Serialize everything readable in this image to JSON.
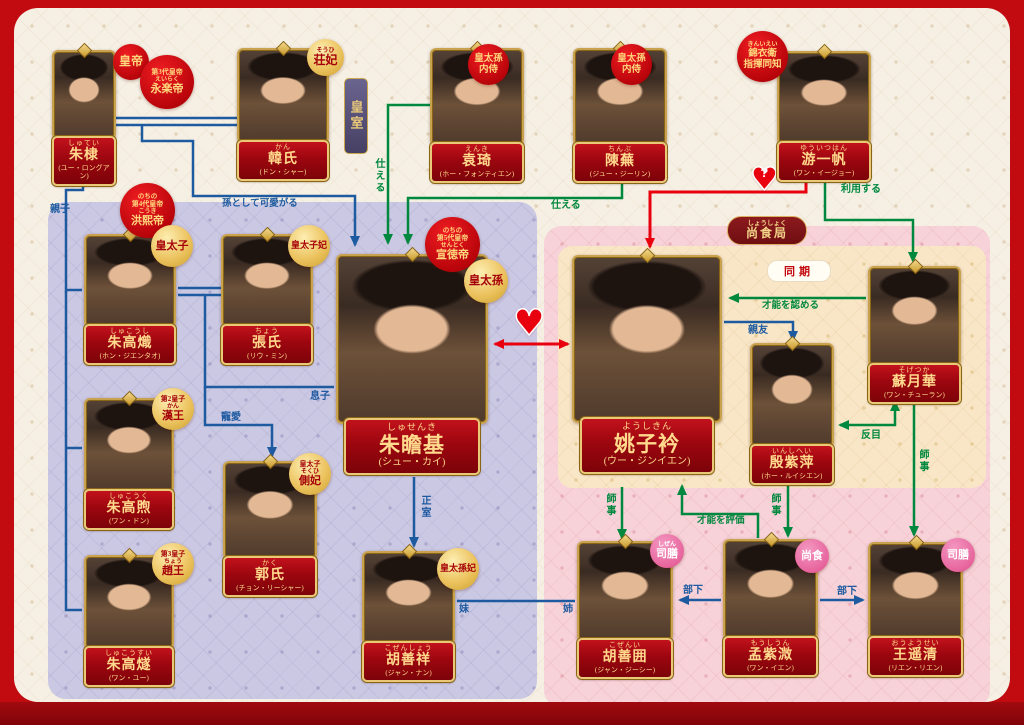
{
  "groups": {
    "imperial_family": "皇室",
    "bureau": {
      "furigana": "しょうしょく",
      "label": "尚食局"
    },
    "peers": "同期"
  },
  "characters": [
    {
      "id": "zhu-di",
      "name": "朱棣",
      "furigana": "しゅてい",
      "romanization": "(ユー・ロングアン)",
      "badge": {
        "type": "red",
        "main": "皇帝"
      },
      "era_note": {
        "line": "第3代皇帝",
        "furigana": "えいらく",
        "title": "永楽帝"
      }
    },
    {
      "id": "han-shi",
      "name": "韓氏",
      "furigana": "かん",
      "romanization": "(ドン・シャー)",
      "badge": {
        "type": "gold",
        "furigana": "そうひ",
        "main": "荘妃"
      }
    },
    {
      "id": "yuan-qi",
      "name": "袁琦",
      "furigana": "えんき",
      "romanization": "(ホー・フォンティエン)",
      "badge": {
        "type": "red",
        "lines": [
          "皇太孫",
          "内侍"
        ]
      }
    },
    {
      "id": "chen-wu",
      "name": "陳蕪",
      "furigana": "ちんぶ",
      "romanization": "(ジュー・ジーリン)",
      "badge": {
        "type": "red",
        "lines": [
          "皇太孫",
          "内侍"
        ]
      }
    },
    {
      "id": "you-yifan",
      "name": "游一帆",
      "furigana": "ゆういつはん",
      "romanization": "(ワン・イージョー)",
      "badge": {
        "type": "red",
        "furigana": "きんいえい",
        "lines": [
          "錦衣衛",
          "指揮同知"
        ]
      }
    },
    {
      "id": "zhu-gaochi",
      "name": "朱高熾",
      "furigana": "しゅこうし",
      "romanization": "(ホン・ジエンタオ)",
      "badge": {
        "type": "gold",
        "main": "皇太子"
      },
      "era_note": {
        "pre": "のちの",
        "line": "第4代皇帝",
        "furigana": "こうき",
        "title": "洪熙帝"
      }
    },
    {
      "id": "zhang-shi",
      "name": "張氏",
      "furigana": "ちょう",
      "romanization": "(リウ・ミン)",
      "badge": {
        "type": "gold",
        "main": "皇太子妃"
      }
    },
    {
      "id": "zhu-gaoxu",
      "name": "朱高煦",
      "furigana": "しゅこうく",
      "romanization": "(ワン・ドン)",
      "badge": {
        "type": "gold",
        "top": "第2皇子",
        "furigana": "かん",
        "main": "漢王"
      }
    },
    {
      "id": "zhu-gaosui",
      "name": "朱高燧",
      "furigana": "しゅこうすい",
      "romanization": "(ワン・ユー)",
      "badge": {
        "type": "gold",
        "top": "第3皇子",
        "furigana": "ちょう",
        "main": "趙王"
      }
    },
    {
      "id": "guo-shi",
      "name": "郭氏",
      "furigana": "かく",
      "romanization": "(チョン・リーシャー)",
      "badge": {
        "type": "gold",
        "top": "皇太子",
        "furigana": "そくひ",
        "main": "側妃"
      }
    },
    {
      "id": "zhu-zhanji",
      "name": "朱瞻基",
      "furigana": "しゅせんき",
      "romanization": "(シュー・カイ)",
      "badge": {
        "type": "gold",
        "main": "皇太孫"
      },
      "era_note": {
        "pre": "のちの",
        "line": "第5代皇帝",
        "furigana": "せんとく",
        "title": "宣徳帝"
      }
    },
    {
      "id": "hu-shanxiang",
      "name": "胡善祥",
      "furigana": "こぜんしょう",
      "romanization": "(ジャン・ナン)",
      "badge": {
        "type": "gold",
        "main": "皇太孫妃"
      }
    },
    {
      "id": "yao-zijin",
      "name": "姚子衿",
      "furigana": "ようしきん",
      "romanization": "(ウー・ジンイエン)"
    },
    {
      "id": "yin-ziping",
      "name": "殷紫萍",
      "furigana": "いんしへい",
      "romanization": "(ホー・ルイシエン)"
    },
    {
      "id": "su-yuehua",
      "name": "蘇月華",
      "furigana": "そげつか",
      "romanization": "(ワン・チューラン)"
    },
    {
      "id": "hu-shanwei",
      "name": "胡善囲",
      "furigana": "こぜんい",
      "romanization": "(ジャン・ジーシー)",
      "badge": {
        "type": "pink",
        "furigana": "しぜん",
        "main": "司膳"
      }
    },
    {
      "id": "meng-ziwei",
      "name": "孟紫溦",
      "furigana": "もうしうん",
      "romanization": "(ワン・イエン)",
      "badge": {
        "type": "pink",
        "main": "尚食"
      }
    },
    {
      "id": "wang-yaoqing",
      "name": "王遥清",
      "furigana": "おうようせい",
      "romanization": "(リエン・リエン)",
      "badge": {
        "type": "pink",
        "main": "司膳"
      }
    }
  ],
  "relations": {
    "oyako": "親子",
    "magokawai": "孫として可愛がる",
    "musuko": "息子",
    "choai": "寵愛",
    "seishitsu": "正室",
    "imoto": "妹",
    "ane": "姉",
    "tsukaeru_a": "仕える",
    "tsukaeru_b": "仕える",
    "riyo": "利用する",
    "mitomeru": "才能を認める",
    "shinyu": "親友",
    "hanmoku": "反目",
    "shiji_a": "師事",
    "shiji_b": "師事",
    "shiji_c": "師事",
    "hyoka": "才能を評価",
    "buka_a": "部下",
    "buka_b": "部下"
  },
  "hearts": {
    "symbol": "♥",
    "question_mark": "?"
  },
  "colors": {
    "frame": "#c20b10",
    "blue_line": "#1d5aa0",
    "green_line": "#00883e",
    "red_line": "#e8000f"
  }
}
